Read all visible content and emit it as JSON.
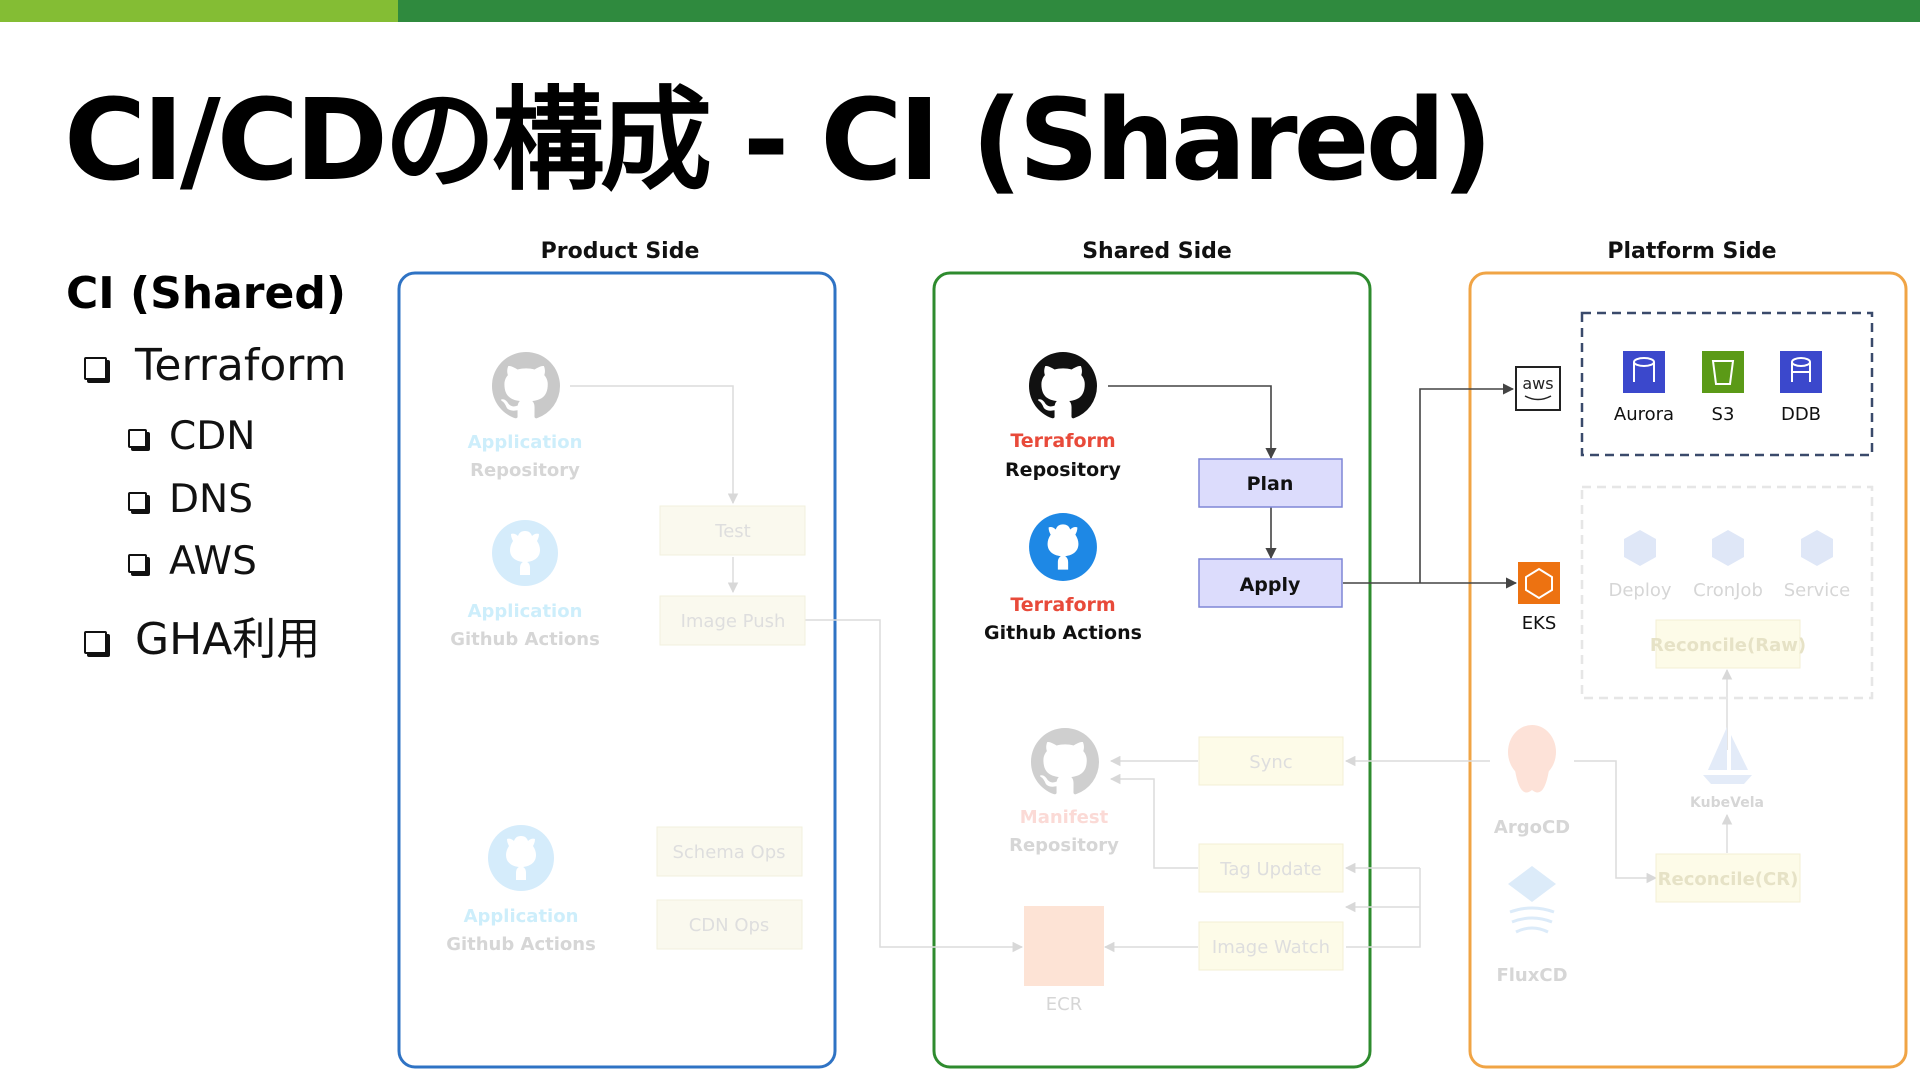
{
  "slide": {
    "title": "CI/CDの構成 - CI (Shared)",
    "heading": "CI (Shared)",
    "bullets": [
      {
        "level": 1,
        "text": "Terraform"
      },
      {
        "level": 2,
        "text": "CDN"
      },
      {
        "level": 2,
        "text": "DNS"
      },
      {
        "level": 2,
        "text": "AWS"
      },
      {
        "level": 1,
        "text": "GHA利用"
      }
    ]
  },
  "colors": {
    "top_bar": "#2f8a3e",
    "top_bar_accent": "#84bd34",
    "product_frame": "#2f73c4",
    "shared_frame": "#2e8b2e",
    "platform_frame": "#f0a445",
    "highlight_box_fill": "#dcdcfc",
    "highlight_box_border": "#7f86d6",
    "terraform_label": "#e84a3a"
  },
  "diagram": {
    "product": {
      "heading": "Product Side",
      "app_repo": {
        "line1": "Application",
        "line2": "Repository"
      },
      "app_gha": {
        "line1": "Application",
        "line2": "Github Actions"
      },
      "app_gha2": {
        "line1": "Application",
        "line2": "Github Actions"
      },
      "test": "Test",
      "image_push": "Image Push",
      "schema_ops": "Schema Ops",
      "cdn_ops": "CDN Ops"
    },
    "shared": {
      "heading": "Shared Side",
      "tf_repo": {
        "line1": "Terraform",
        "line2": "Repository"
      },
      "tf_gha": {
        "line1": "Terraform",
        "line2": "Github Actions"
      },
      "plan": "Plan",
      "apply": "Apply",
      "manifest_repo": {
        "line1": "Manifest",
        "line2": "Repository"
      },
      "sync": "Sync",
      "tag_update": "Tag Update",
      "image_watch": "Image Watch",
      "ecr": "ECR"
    },
    "platform": {
      "heading": "Platform Side",
      "aws": "aws",
      "aurora": "Aurora",
      "s3": "S3",
      "ddb": "DDB",
      "eks": "EKS",
      "deploy": "Deploy",
      "cronjob": "CronJob",
      "service": "Service",
      "reconcile_raw": "Reconcile(Raw)",
      "kubevela": "KubeVela",
      "reconcile_cr": "Reconcile(CR)",
      "argocd": "ArgoCD",
      "fluxcd": "FluxCD"
    }
  }
}
